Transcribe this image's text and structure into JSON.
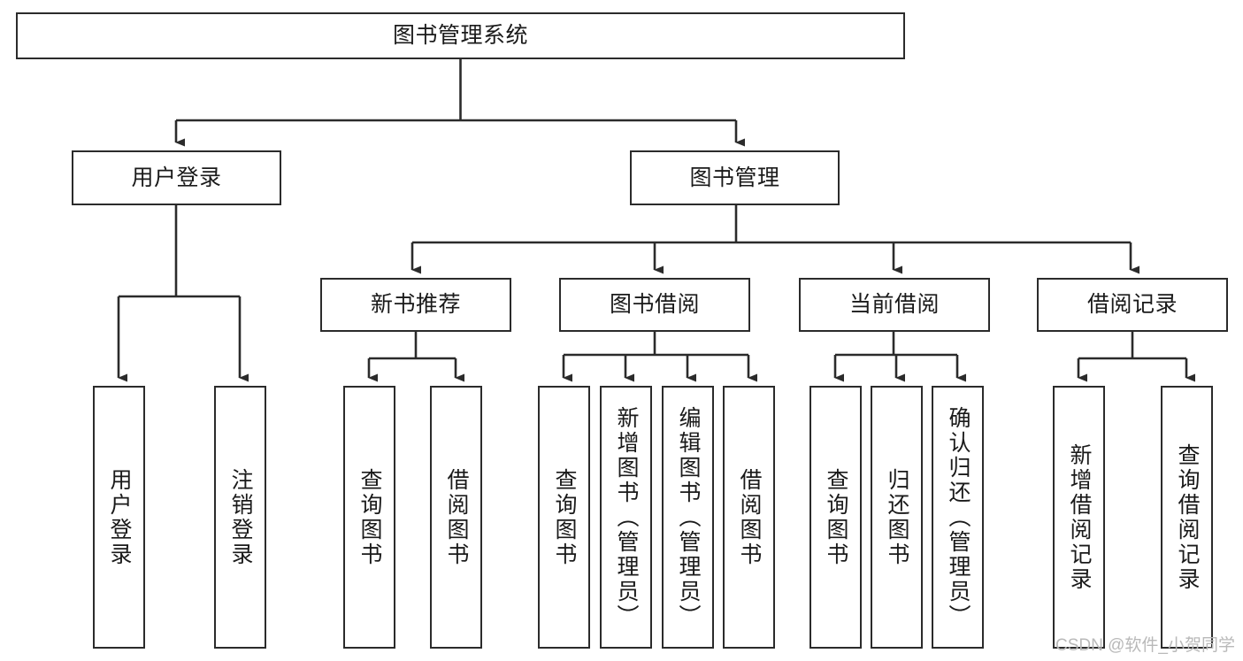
{
  "diagram": {
    "type": "tree-hierarchy-chart",
    "title": "图书管理系统",
    "stroke_color": "#2b2b2b",
    "fill_color": "#ffffff",
    "text_color": "#1a1a1a",
    "levels": {
      "root": {
        "label": "图书管理系统"
      },
      "level2": [
        {
          "label": "用户登录"
        },
        {
          "label": "图书管理"
        }
      ],
      "level3": [
        {
          "label": "新书推荐"
        },
        {
          "label": "图书借阅"
        },
        {
          "label": "当前借阅"
        },
        {
          "label": "借阅记录"
        }
      ],
      "leaves": [
        {
          "label": "用户登录",
          "parent": "用户登录"
        },
        {
          "label": "注销登录",
          "parent": "用户登录"
        },
        {
          "label": "查询图书",
          "parent": "新书推荐"
        },
        {
          "label": "借阅图书",
          "parent": "新书推荐"
        },
        {
          "label": "查询图书",
          "parent": "图书借阅"
        },
        {
          "label": "新增图书（管理员）",
          "parent": "图书借阅"
        },
        {
          "label": "编辑图书（管理员）",
          "parent": "图书借阅"
        },
        {
          "label": "借阅图书",
          "parent": "图书借阅"
        },
        {
          "label": "查询图书",
          "parent": "当前借阅"
        },
        {
          "label": "归还图书",
          "parent": "当前借阅"
        },
        {
          "label": "确认归还（管理员）",
          "parent": "当前借阅"
        },
        {
          "label": "新增借阅记录",
          "parent": "借阅记录"
        },
        {
          "label": "查询借阅记录",
          "parent": "借阅记录"
        }
      ]
    },
    "watermark": "CSDN @软件_小贺同学"
  }
}
